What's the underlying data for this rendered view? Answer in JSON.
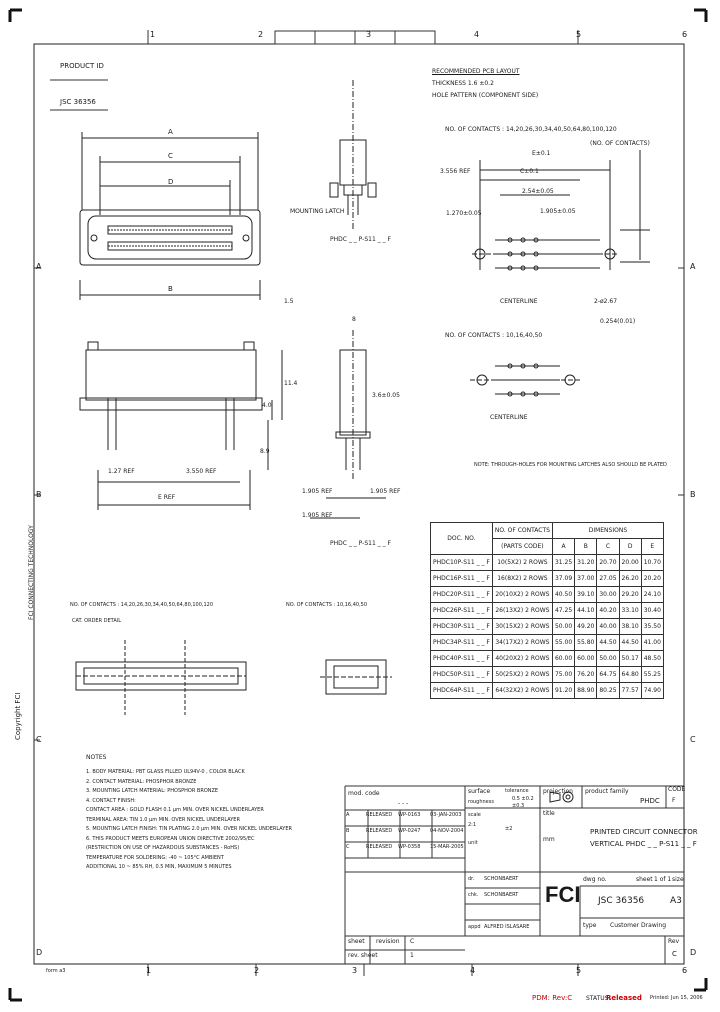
{
  "border": {
    "top_zones": [
      "1",
      "2",
      "3",
      "4",
      "5",
      "6"
    ],
    "bottom_zones": [
      "1",
      "2",
      "3",
      "4",
      "5",
      "6"
    ],
    "left_zones": [
      "A",
      "B",
      "C",
      "D"
    ],
    "right_zones": [
      "A",
      "B",
      "C",
      "D"
    ]
  },
  "header": {
    "product_id_label": "PRODUCT ID",
    "doc_number": "JSC 36356"
  },
  "pcb_layout": {
    "title": "RECOMMENDED PCB LAYOUT",
    "thickness": "THICKNESS 1.6 ±0.2",
    "hole_pattern": "HOLE PATTERN (COMPONENT SIDE)",
    "contacts_top": "NO. OF CONTACTS : 14,20,26,30,34,40,50,64,80,100,120",
    "contacts_bottom": "NO. OF CONTACTS : 10,16,40,50",
    "ref_3556": "3.556 REF",
    "dim_e": "E±0.1",
    "dim_c": "C±0.1",
    "dim_254": "2.54±0.05",
    "dim_1270": "1.270±0.05",
    "dim_1905": "1.905±0.05",
    "centerline": "CENTERLINE",
    "holes": "2-ø2.67",
    "nop_label": "(NO. OF CONTACTS)",
    "dim_0254": "0.254(0.01)",
    "dim_1905_vert": "1.905±0.05",
    "note_pcb": "NOTE: THROUGH-HOLES FOR MOUNTING LATCHES ALSO SHOULD BE PLATED"
  },
  "views": {
    "dim_a": "A",
    "dim_c": "C",
    "dim_d": "D",
    "dim_b": "B",
    "mounting_latch": "MOUNTING LATCH",
    "part_top": "PHDC _ _ P-S11 _ _ F",
    "dim_8": "8",
    "dim_1_5": "1.5",
    "dim_11_4": "11.4",
    "dim_8_9": "8.9",
    "dim_4_0": "4.0",
    "dim_3_6": "3.6±0.05",
    "ref_127": "1.27 REF",
    "ref_3550": "3.550 REF",
    "ref_e": "E REF",
    "ref_1905_a": "1.905 REF",
    "ref_1905_b": "1.905 REF",
    "ref_1905_c": "1.905 REF",
    "part_side": "PHDC _ _ P-S11 _ _ F"
  },
  "bottom_views": {
    "left_title": "NO. OF CONTACTS : 14,20,26,30,34,40,50,64,80,100,120",
    "left_label": "CAT. ORDER DETAIL",
    "right_title": "NO. OF CONTACTS : 10,16,40,50"
  },
  "dim_table": {
    "h_doc": "DOC. NO.",
    "h_contacts": "NO. OF CONTACTS",
    "h_dims": "DIMENSIONS",
    "h_sub": "(PARTS CODE)",
    "cols": [
      "A",
      "B",
      "C",
      "D",
      "E"
    ],
    "rows": [
      {
        "doc": "PHDC10P-S11 _ _ F",
        "code": "10(5X2)   2 ROWS",
        "a": "31.25",
        "b": "31.20",
        "c": "20.70",
        "d": "20.00",
        "e": "10.70"
      },
      {
        "doc": "PHDC16P-S11 _ _ F",
        "code": "16(8X2)   2 ROWS",
        "a": "37.09",
        "b": "37.00",
        "c": "27.05",
        "d": "26.20",
        "e": "20.20"
      },
      {
        "doc": "PHDC20P-S11 _ _ F",
        "code": "20(10X2)  2 ROWS",
        "a": "40.50",
        "b": "39.10",
        "c": "30.00",
        "d": "29.20",
        "e": "24.10"
      },
      {
        "doc": "PHDC26P-S11 _ _ F",
        "code": "26(13X2)  2 ROWS",
        "a": "47.25",
        "b": "44.10",
        "c": "40.20",
        "d": "33.10",
        "e": "30.40"
      },
      {
        "doc": "PHDC30P-S11 _ _ F",
        "code": "30(15X2)  2 ROWS",
        "a": "50.00",
        "b": "49.20",
        "c": "40.00",
        "d": "38.10",
        "e": "35.50"
      },
      {
        "doc": "PHDC34P-S11 _ _ F",
        "code": "34(17X2)  2 ROWS",
        "a": "55.00",
        "b": "55.80",
        "c": "44.50",
        "d": "44.50",
        "e": "41.00"
      },
      {
        "doc": "PHDC40P-S11 _ _ F",
        "code": "40(20X2)  2 ROWS",
        "a": "60.00",
        "b": "60.00",
        "c": "50.00",
        "d": "50.17",
        "e": "48.50"
      },
      {
        "doc": "PHDC50P-S11 _ _ F",
        "code": "50(25X2)  2 ROWS",
        "a": "75.00",
        "b": "76.20",
        "c": "64.75",
        "d": "64.80",
        "e": "55.25"
      },
      {
        "doc": "PHDC64P-S11 _ _ F",
        "code": "64(32X2)  2 ROWS",
        "a": "91.20",
        "b": "88.90",
        "c": "80.25",
        "d": "77.57",
        "e": "74.90"
      }
    ]
  },
  "notes": {
    "title": "NOTES",
    "lines": [
      "1. BODY MATERIAL: PBT GLASS FILLED UL94V-0 , COLOR BLACK",
      "2. CONTACT MATERIAL: PHOSPHOR BRONZE",
      "3. MOUNTING LATCH MATERIAL: PHOSPHOR BRONZE",
      "4. CONTACT FINISH:",
      "   CONTACT AREA : GOLD FLASH 0.1 µm MIN. OVER NICKEL UNDERLAYER",
      "   TERMINAL AREA: TIN 1.0 µm MIN. OVER NICKEL UNDERLAYER",
      "5. MOUNTING LATCH FINISH: TIN PLATING 2.0 µm MIN. OVER NICKEL UNDERLAYER",
      "6. THIS PRODUCT MEETS EUROPEAN UNION DIRECTIVE 2002/95/EC",
      "   (RESTRICTION ON USE OF HAZARDOUS SUBSTANCES - RoHS)",
      "   TEMPERATURE FOR SOLDERING: -40 ~ 105°C AMBIENT",
      "   ADDITIONAL 10 ~ 85% RH, 0.5 MIN, MAXIMUM 5 MINUTES"
    ]
  },
  "title_block": {
    "mod_code_label": "mod. code",
    "mod_code_value": "- - -",
    "surface_label": "surface",
    "surface_value": "roughness",
    "tolerance_label": "tolerance",
    "tol_values": [
      "0.5 ±0.2",
      "±0.3",
      "±2"
    ],
    "projection_label": "projection",
    "product_family_label": "product family",
    "product_family_value": "PHDC",
    "code_label": "CODE",
    "code_value": "F",
    "title_label": "title",
    "title_line1": "PRINTED CIRCUIT CONNECTOR",
    "title_line2": "VERTICAL PHDC _ _ P-S11 _ _ F",
    "rev_rows": [
      {
        "rev": "A",
        "desc": "RELEASED",
        "by": "WP-0163",
        "date": "03-JAN-2003"
      },
      {
        "rev": "B",
        "desc": "RELEASED",
        "by": "WP-0247",
        "date": "04-NOV-2004"
      },
      {
        "rev": "C",
        "desc": "RELEASED",
        "by": "WP-0358",
        "date": "15-MAR-2005"
      }
    ],
    "scale_label": "scale",
    "scale_value": "2:1",
    "units_label": "unit",
    "units_value": "mm",
    "dwg_no_label": "dwg no.",
    "dwg_no_value": "JSC 36356",
    "sheet_label": "sheet",
    "sheet_value": "1 of 1",
    "size_label": "size",
    "size_value": "A3",
    "drawn_label": "dr.",
    "drawn_value": "SCHONBAERT",
    "chk_label": "chk.",
    "chk_value": "SCHONBAERT",
    "appd_label": "appd",
    "appd_value": "ALFRED ISLASARE",
    "type_label": "type",
    "type_value": "Customer Drawing",
    "rev_label": "Rev",
    "rev_value": "C",
    "sheet_footer": "sheet",
    "revision_label": "revision",
    "revision_value": "C",
    "rev_sheet_label": "rev. sheet",
    "rev_sheet_value": "1",
    "brand": "FCI"
  },
  "side_texts": {
    "copyright": "Copyright FCI",
    "fci_vertical": "FCI CONNECTING TECHNOLOGY"
  },
  "footer": {
    "pdm": "PDM: Rev:C",
    "status": "Released",
    "sta": "STATUS:",
    "printed": "Printed: Jun 15, 2006",
    "form": "form a3"
  }
}
